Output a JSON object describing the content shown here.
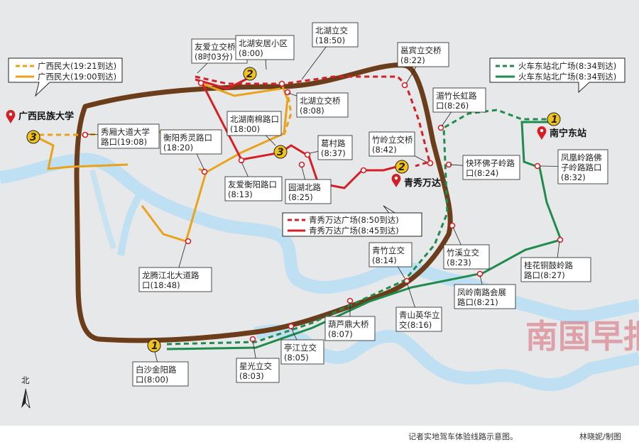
{
  "legends": {
    "guangxi": [
      "广西民大(19:21到达)",
      "广西民大(19:00到达)"
    ],
    "huoche": [
      "火车东站北广场(8:34到达)",
      "火车东站北广场(8:34到达)"
    ],
    "qingxiu": [
      "青秀万达广场(8:50到达)",
      "青秀万达广场(8:45到达)"
    ]
  },
  "stops": {
    "youai_qiao_a": [
      "友爱立交桥",
      "(8时03分)"
    ],
    "beihu_anju": [
      "北湖安居小区",
      "(8:00)"
    ],
    "beihu_lijiao_top": [
      "北湖立交",
      "(18:50)"
    ],
    "yongbin": [
      "邕宾立交桥",
      "(8:22)"
    ],
    "beihu_lijiaoqiao": [
      "北湖立交桥",
      "(8:08)"
    ],
    "xiuxiang": [
      "秀厢大道大学",
      "路口(19:08)"
    ],
    "hengyang_xiuling": [
      "衡阳秀灵路口",
      "(18:20)"
    ],
    "beihu_nanmian": [
      "北湖南棉路口",
      "(18:00)"
    ],
    "gecun": [
      "葛村路",
      "(8:37)"
    ],
    "zhuling": [
      "竹岭立交桥",
      "(8:42)"
    ],
    "meizhu": [
      "湄竹长虹路",
      "口(8:26)"
    ],
    "kuaihuan": [
      "快环佛子岭路",
      "口(8:24)"
    ],
    "fenghuangling": [
      "凤凰岭路佛",
      "子岭路路口",
      "(8:32)"
    ],
    "youai_hengyang": [
      "友爱衡阳路口",
      "(8:13)"
    ],
    "yuanhu": [
      "园湖北路",
      "(8:25)"
    ],
    "longteng": [
      "龙腾江北大道路",
      "口(18:48)"
    ],
    "qingzhu": [
      "青竹立交",
      "(8:14)"
    ],
    "zhuxi": [
      "竹溪立交",
      "(8:23)"
    ],
    "guihua": [
      "桂花铜鼓岭路",
      "路口(8:27)"
    ],
    "fengling": [
      "凤岭南路会展",
      "路口(8:21)"
    ],
    "qingshan": [
      "青山英华立",
      "交(8:16)"
    ],
    "huludian": [
      "葫芦鼎大桥",
      "(8:07)"
    ],
    "tingjiang": [
      "亭江立交",
      "(8:05)"
    ],
    "xingguang": [
      "星光立交",
      "(8:03)"
    ],
    "baisha": [
      "白沙金阳路",
      "口(8:00)"
    ]
  },
  "places": {
    "guangxi_univ": "广西民族大学",
    "nanning_east": "南宁东站",
    "qingxiu_wanda": "青秀万达"
  },
  "badges": {
    "one": "1",
    "two": "2",
    "three": "3"
  },
  "north": "北",
  "caption": "记者实地驾车体验线路示意图。",
  "credit": "林晓妮/制图",
  "watermark": "南国早报",
  "colors": {
    "brown_ring": "#6b3d1a",
    "orange": "#e9a21a",
    "red": "#d51f26",
    "green": "#1f8b4c",
    "river": "#bfe0f2",
    "land": "#e6e8ea"
  }
}
